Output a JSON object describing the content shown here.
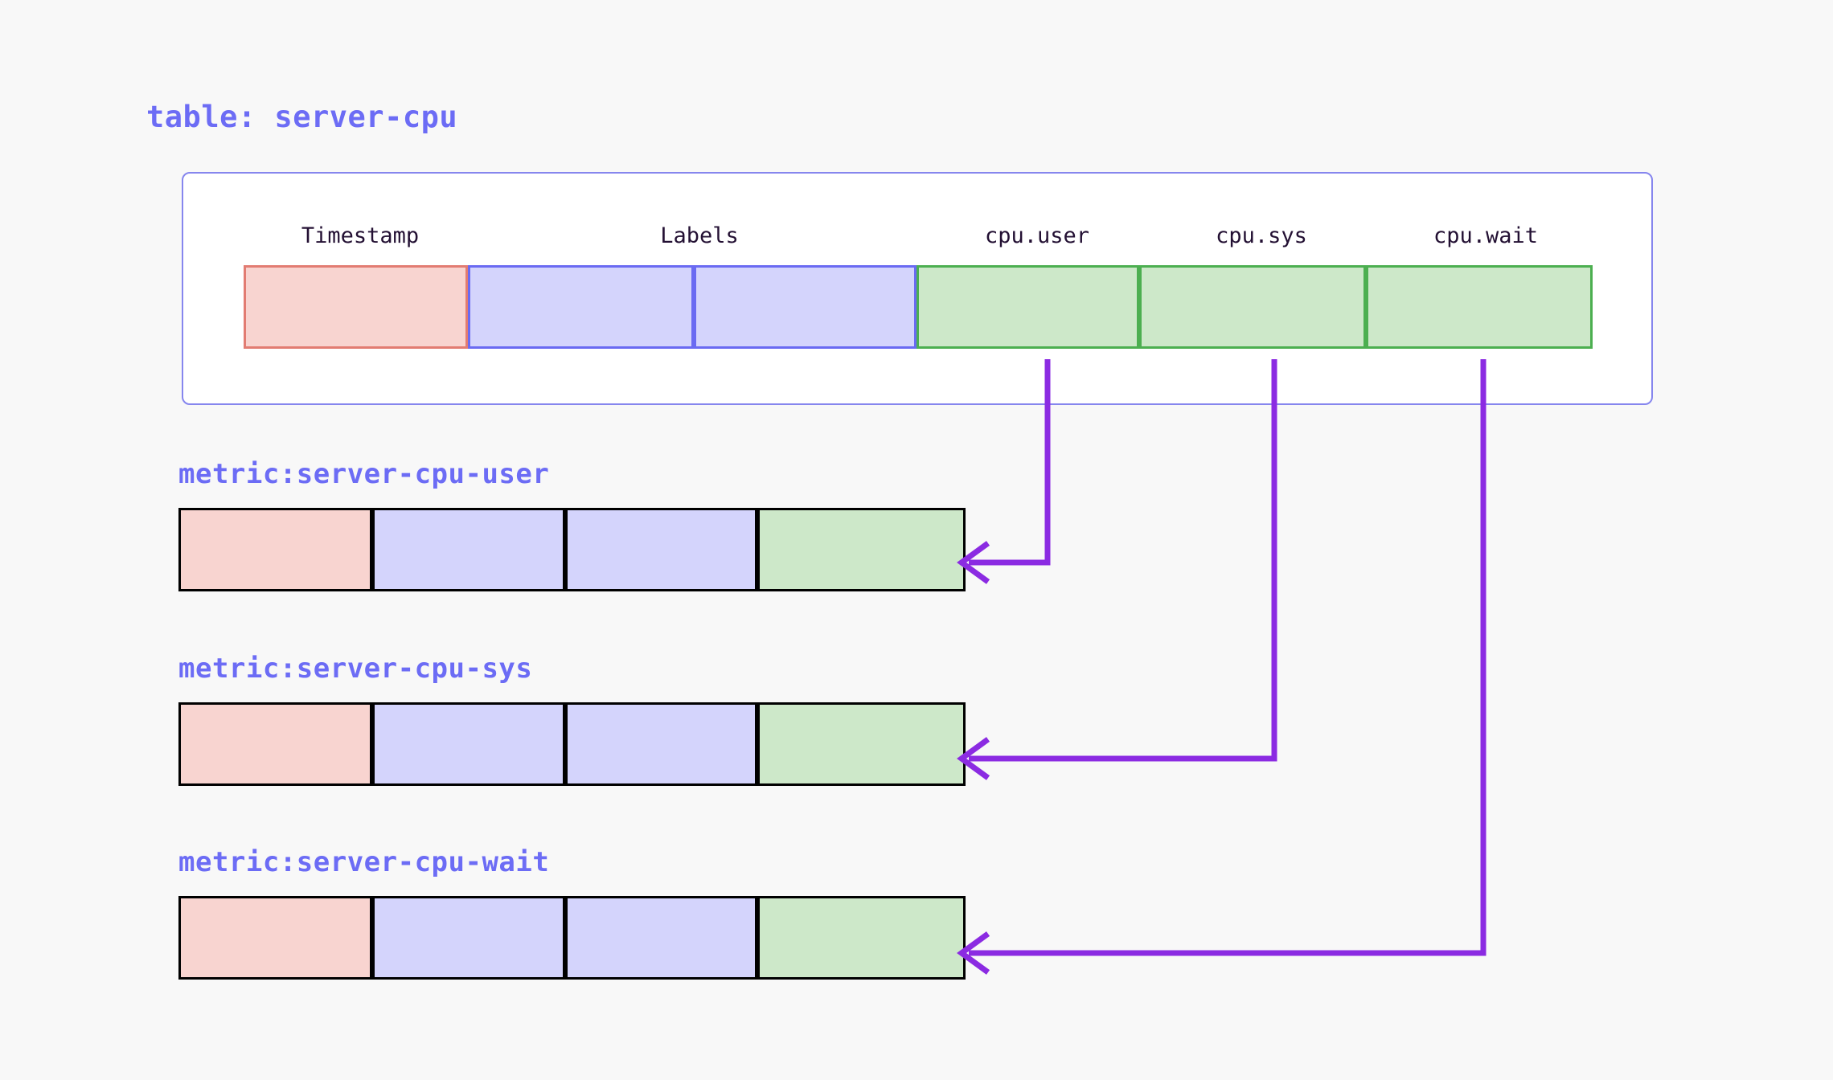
{
  "page": {
    "background": "#f8f8f8",
    "accent_text_color": "#6c6cf5",
    "arrow_color": "#8b2be2"
  },
  "table": {
    "title": "table: server-cpu",
    "columns": [
      {
        "label": "Timestamp",
        "kind": "timestamp"
      },
      {
        "label": "Labels",
        "kind": "label"
      },
      {
        "label": "cpu.user",
        "kind": "value"
      },
      {
        "label": "cpu.sys",
        "kind": "value"
      },
      {
        "label": "cpu.wait",
        "kind": "value"
      }
    ],
    "cells": [
      {
        "kind": "timestamp"
      },
      {
        "kind": "label"
      },
      {
        "kind": "label"
      },
      {
        "kind": "value"
      },
      {
        "kind": "value"
      },
      {
        "kind": "value"
      }
    ]
  },
  "metrics": [
    {
      "title": "metric:server-cpu-user",
      "source_column": "cpu.user",
      "cells": [
        {
          "kind": "timestamp"
        },
        {
          "kind": "label"
        },
        {
          "kind": "label"
        },
        {
          "kind": "value"
        }
      ]
    },
    {
      "title": "metric:server-cpu-sys",
      "source_column": "cpu.sys",
      "cells": [
        {
          "kind": "timestamp"
        },
        {
          "kind": "label"
        },
        {
          "kind": "label"
        },
        {
          "kind": "value"
        }
      ]
    },
    {
      "title": "metric:server-cpu-wait",
      "source_column": "cpu.wait",
      "cells": [
        {
          "kind": "timestamp"
        },
        {
          "kind": "label"
        },
        {
          "kind": "label"
        },
        {
          "kind": "value"
        }
      ]
    }
  ],
  "legend": {
    "timestamp_fill": "#f8d4d0",
    "timestamp_stroke": "#e27c72",
    "label_fill": "#d4d4fc",
    "label_stroke": "#6a6af2",
    "value_fill": "#cde8c9",
    "value_stroke": "#4caf50"
  }
}
